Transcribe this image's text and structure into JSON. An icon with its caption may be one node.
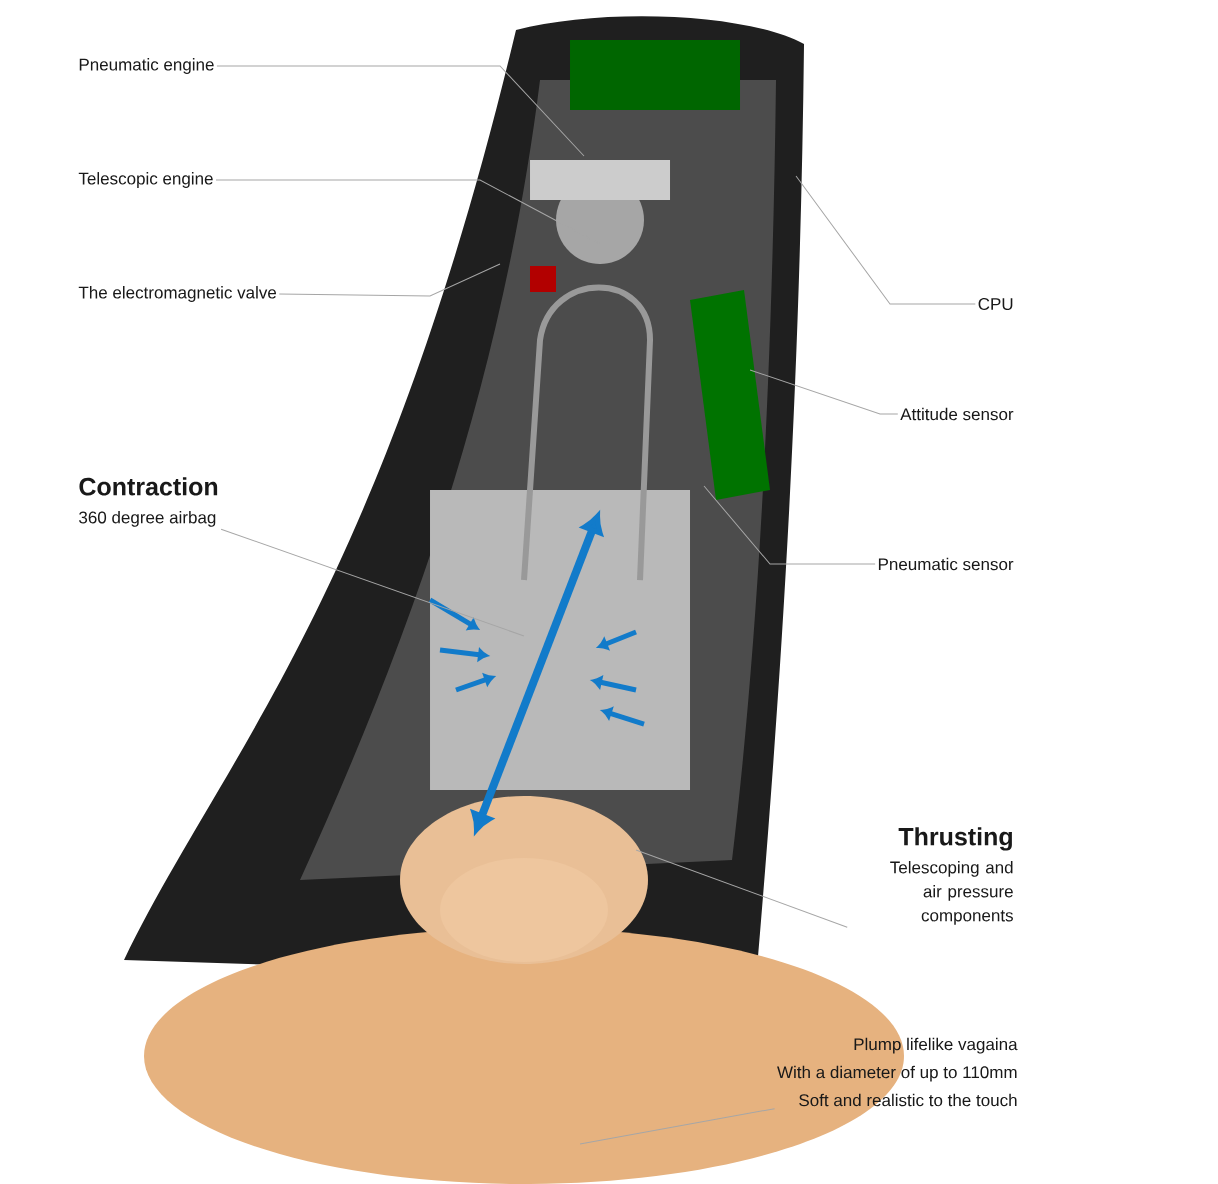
{
  "diagram": {
    "nodes": [
      {
        "text": [
          "Pneumatic engine"
        ]
      },
      {
        "text": [
          "Telescopic engine"
        ]
      },
      {
        "text": [
          "The electromagnetic valve"
        ]
      },
      {
        "text": [
          "CPU"
        ]
      },
      {
        "text": [
          "Attitude sensor"
        ]
      },
      {
        "text": [
          "Contraction",
          "360 degree airbag"
        ]
      },
      {
        "text": [
          "Pneumatic sensor"
        ]
      },
      {
        "text": [
          "Thrusting",
          "Telescoping and air pressure components"
        ]
      },
      {
        "text": [
          "Plump lifelike vagaina",
          "With a diameter of up to 110mm",
          "Soft and realistic to the touch"
        ]
      }
    ],
    "edges": [
      {
        "from": 0,
        "to": null,
        "arrow": "none"
      },
      {
        "from": 1,
        "to": null,
        "arrow": "none"
      },
      {
        "from": 2,
        "to": null,
        "arrow": "none"
      },
      {
        "from": 3,
        "to": null,
        "arrow": "none"
      },
      {
        "from": 4,
        "to": null,
        "arrow": "none"
      },
      {
        "from": 5,
        "to": null,
        "arrow": "none"
      },
      {
        "from": 6,
        "to": null,
        "arrow": "none"
      },
      {
        "from": 7,
        "to": null,
        "arrow": "none"
      },
      {
        "from": 8,
        "to": null,
        "arrow": "none"
      }
    ]
  }
}
